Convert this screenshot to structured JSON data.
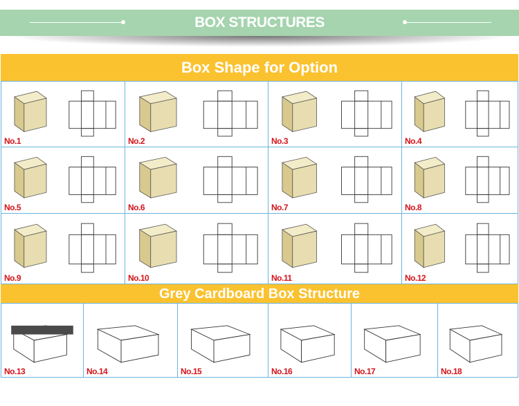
{
  "banner": {
    "title": "BOX STRUCTURES"
  },
  "section1": {
    "title": "Box Shape for Option",
    "items": [
      "No.1",
      "No.2",
      "No.3",
      "No.4",
      "No.5",
      "No.6",
      "No.7",
      "No.8",
      "No.9",
      "No.10",
      "No.11",
      "No.12"
    ]
  },
  "section2": {
    "title": "Grey Cardboard Box Structure",
    "items": [
      "No.13",
      "No.14",
      "No.15",
      "No.16",
      "No.17",
      "No.18"
    ]
  },
  "colors": {
    "banner": "#a5d4ae",
    "header": "#fbc22f",
    "label": "#d3141b",
    "grid": "#6ab4dc",
    "kraft": "#e8ddb0"
  }
}
